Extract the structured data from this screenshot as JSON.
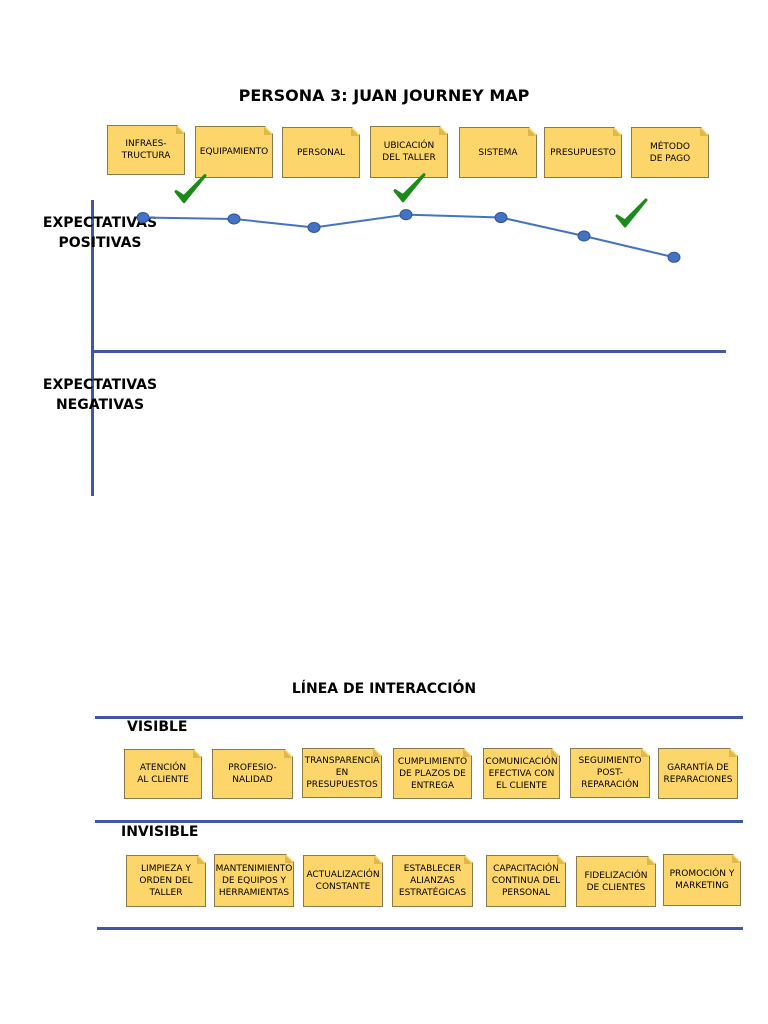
{
  "journey": {
    "title": "PERSONA 3: JUAN JOURNEY MAP",
    "stages": [
      {
        "label": "INFRAES-\nTRUCTURA"
      },
      {
        "label": "EQUIPAMIENTO"
      },
      {
        "label": "PERSONAL"
      },
      {
        "label": "UBICACIÓN\nDEL TALLER"
      },
      {
        "label": "SISTEMA"
      },
      {
        "label": "PRESUPUESTO"
      },
      {
        "label": "MÉTODO\nDE PAGO"
      }
    ],
    "positive_label": "EXPECTATIVAS\nPOSITIVAS",
    "negative_label": "EXPECTATIVAS\nNEGATIVAS"
  },
  "chart_data": {
    "type": "line",
    "categories": [
      "INFRAES-TRUCTURA",
      "EQUIPAMIENTO",
      "PERSONAL",
      "UBICACIÓN DEL TALLER",
      "SISTEMA",
      "PRESUPUESTO",
      "MÉTODO DE PAGO"
    ],
    "values": [
      0.94,
      0.93,
      0.87,
      0.96,
      0.94,
      0.81,
      0.66
    ],
    "ylim": [
      -1,
      1
    ],
    "check_marks_at": [
      "INFRAES-TRUCTURA",
      "UBICACIÓN DEL TALLER",
      "PRESUPUESTO"
    ],
    "line_color": "#4472c4",
    "check_color": "#1a8a1a"
  },
  "interaction": {
    "title": "LÍNEA DE INTERACCIÓN",
    "visible_label": "VISIBLE",
    "invisible_label": "INVISIBLE",
    "visible_items": [
      {
        "label": "ATENCIÓN\nAL CLIENTE"
      },
      {
        "label": "PROFESIO-\nNALIDAD"
      },
      {
        "label": "TRANSPARENCIA\nEN PRESUPUESTOS"
      },
      {
        "label": "CUMPLIMIENTO\nDE PLAZOS DE\nENTREGA"
      },
      {
        "label": "COMUNICACIÓN\nEFECTIVA CON\nEL CLIENTE"
      },
      {
        "label": "SEGUIMIENTO\nPOST-\nREPARACIÓN"
      },
      {
        "label": "GARANTÍA DE\nREPARACIONES"
      }
    ],
    "invisible_items": [
      {
        "label": "LIMPIEZA Y\nORDEN DEL\nTALLER"
      },
      {
        "label": "MANTENIMIENTO\nDE EQUIPOS Y\nHERRAMIENTAS"
      },
      {
        "label": "ACTUALIZACIÓN\nCONSTANTE"
      },
      {
        "label": "ESTABLECER\nALIANZAS\nESTRATÉGICAS"
      },
      {
        "label": "CAPACITACIÓN\nCONTINUA DEL\nPERSONAL"
      },
      {
        "label": "FIDELIZACIÓN\nDE CLIENTES"
      },
      {
        "label": "PROMOCIÓN Y\nMARKETING"
      }
    ]
  },
  "colors": {
    "note": "#fdd66b",
    "axis": "#3f58a6"
  }
}
